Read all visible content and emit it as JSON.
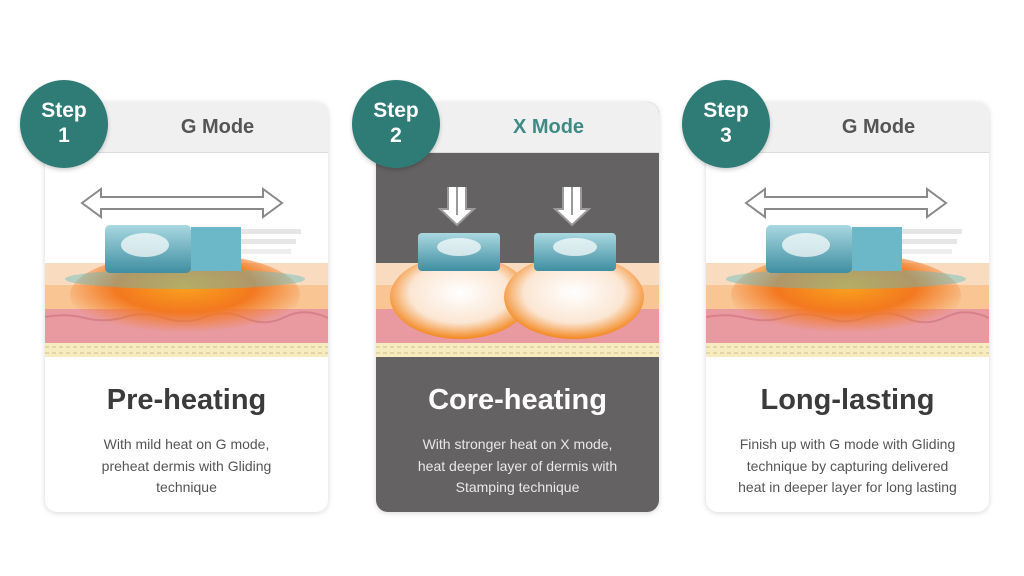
{
  "steps": [
    {
      "badge_word": "Step",
      "badge_num": "1",
      "mode": "G Mode",
      "title": "Pre-heating",
      "desc": [
        "With mild heat on G mode,",
        "preheat dermis with Gliding",
        "technique"
      ]
    },
    {
      "badge_word": "Step",
      "badge_num": "2",
      "mode": "X Mode",
      "title": "Core-heating",
      "desc": [
        "With stronger heat on X mode,",
        "heat deeper layer of dermis with",
        "Stamping technique"
      ]
    },
    {
      "badge_word": "Step",
      "badge_num": "3",
      "mode": "G Mode",
      "title": "Long-lasting",
      "desc": [
        "Finish up with G mode with Gliding",
        "technique by capturing delivered",
        "heat in deeper layer for long lasting"
      ]
    }
  ],
  "colors": {
    "badge": "#2f7c77",
    "teal_text": "#3e8b86",
    "dark_card": "#656263"
  },
  "icons": [
    "double-arrow-icon",
    "down-arrow-icon",
    "device-head-icon",
    "skin-layer-icon"
  ]
}
